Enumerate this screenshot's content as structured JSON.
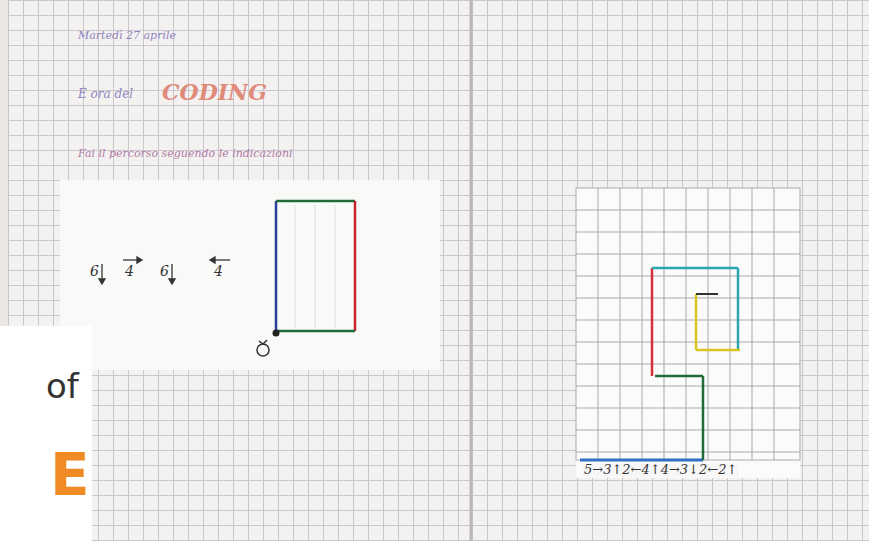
{
  "diagram": {
    "labels": [
      "Martedì 27 aprile",
      "È ora del",
      "CODING",
      "Fai il percorso seguendo le indicazioni",
      "6",
      "4",
      "6",
      "4",
      "5→3↑2←4↑4→3↓2←2↑",
      "of",
      "E"
    ]
  }
}
